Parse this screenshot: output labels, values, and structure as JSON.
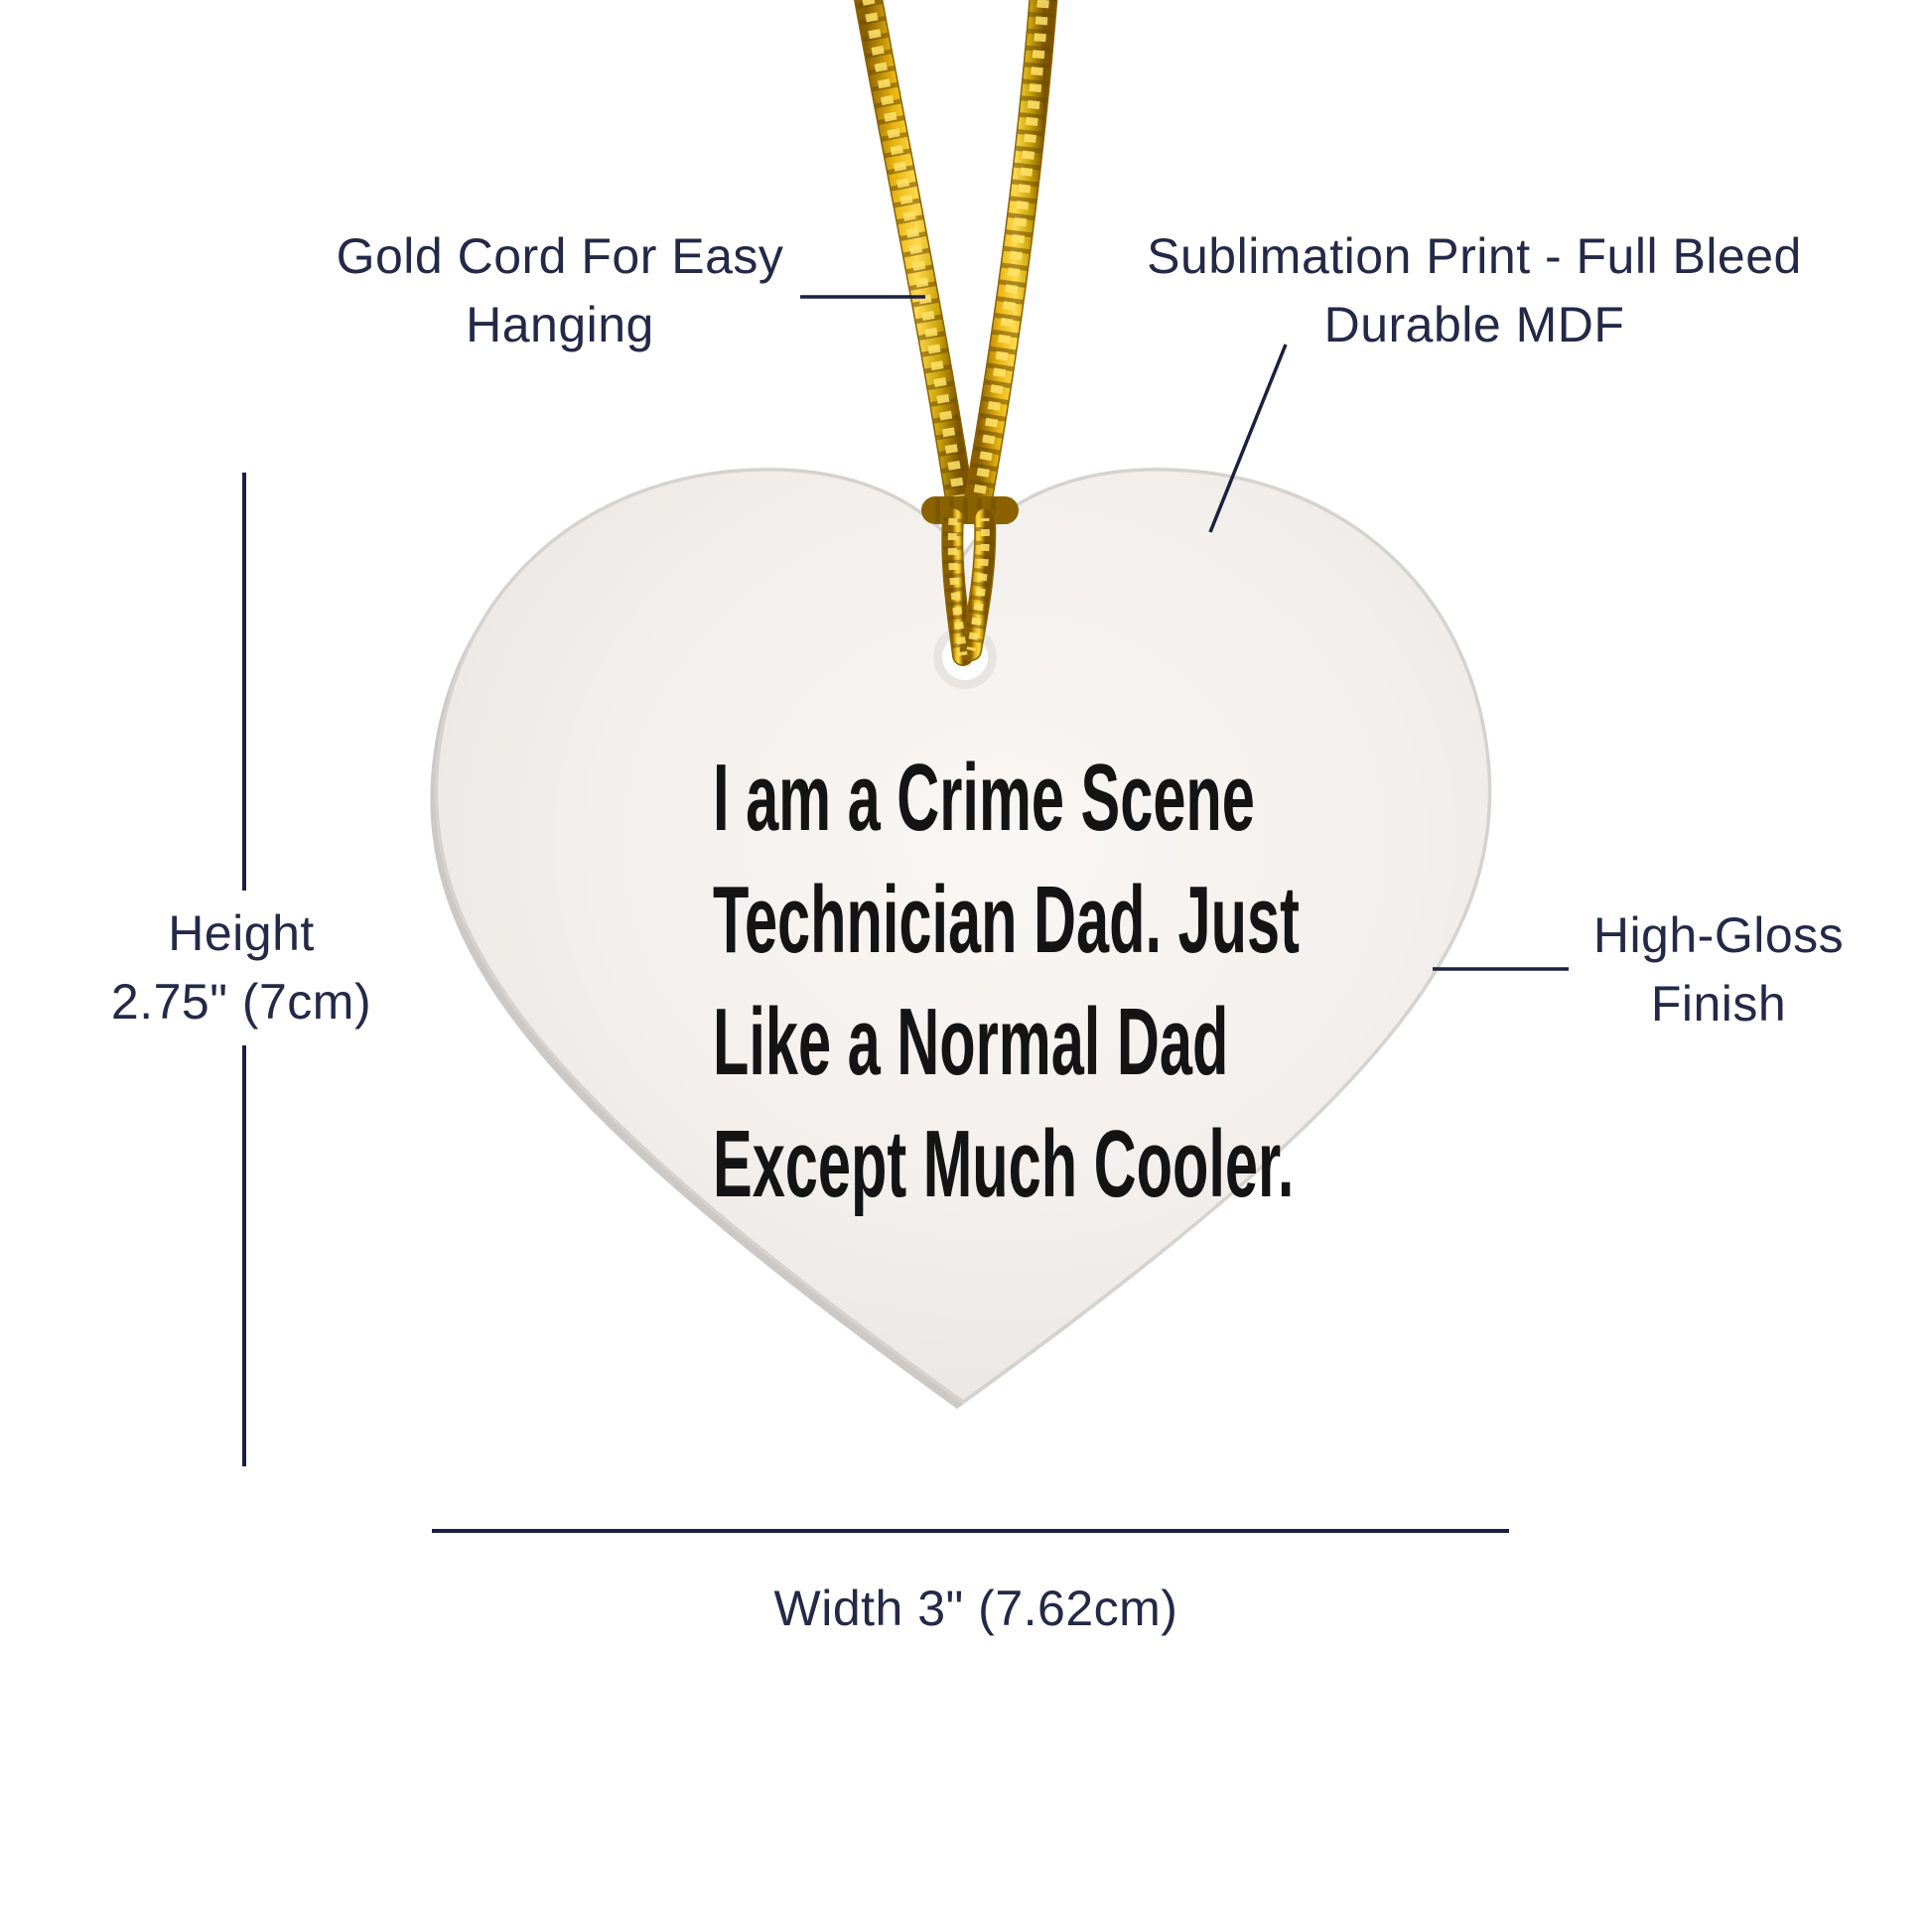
{
  "product": {
    "type_label": "heart-ornament",
    "quote_lines": [
      "I am a Crime Scene",
      "Technician Dad. Just",
      "Like a Normal Dad",
      "Except Much Cooler."
    ]
  },
  "annotations": {
    "cord": {
      "line1": "Gold Cord For Easy",
      "line2": "Hanging"
    },
    "print": {
      "line1": "Sublimation Print - Full Bleed",
      "line2": "Durable MDF"
    },
    "finish": {
      "line1": "High-Gloss",
      "line2": "Finish"
    },
    "height": {
      "line1": "Height",
      "line2": "2.75\" (7cm)"
    },
    "width": {
      "label": "Width 3\" (7.62cm)"
    }
  },
  "colors": {
    "annotation_text": "#232947",
    "callout_line": "#1b2040",
    "quote_text": "#141414",
    "ornament_base": "#f1eeeb",
    "ornament_edge": "#cdc9c6",
    "cord_gold": "#e8b511",
    "cord_gold_dark": "#7a5200",
    "cord_gold_light": "#ffe36b",
    "background": "#ffffff"
  }
}
